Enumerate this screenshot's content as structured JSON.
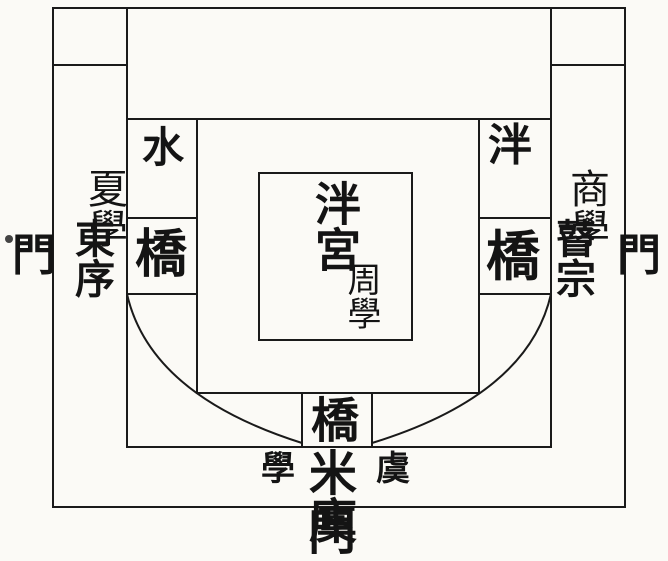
{
  "diagram": {
    "center_title": "泮宮",
    "center_zhou_xue": "周學",
    "shui_left": "水",
    "pan_right": "泮",
    "qiao_left": "橋",
    "qiao_right": "橋",
    "qiao_bottom": "橋",
    "left_labels": {
      "xu": "東序",
      "xia": "夏學",
      "men": "門"
    },
    "right_labels": {
      "gu": "瞽宗",
      "shang": "商學",
      "men": "門"
    },
    "bottom_labels": {
      "mi": "米廩",
      "men": "門",
      "yu": "虞",
      "xue": "學"
    }
  }
}
